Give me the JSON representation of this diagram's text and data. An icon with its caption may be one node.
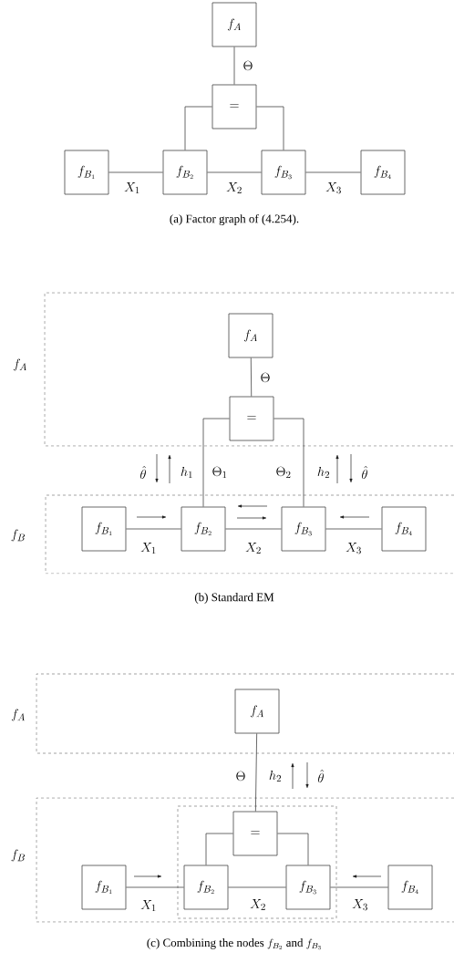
{
  "diagram": {
    "nodes": [
      {
        "text": [
          "f_A"
        ]
      },
      {
        "text": [
          "="
        ]
      },
      {
        "text": [
          "f_{B_1}"
        ]
      },
      {
        "text": [
          "f_{B_2}"
        ]
      },
      {
        "text": [
          "f_{B_3}"
        ]
      },
      {
        "text": [
          "f_{B_4}"
        ]
      },
      {
        "text": [
          "f_A"
        ]
      },
      {
        "text": [
          "f_A"
        ],
        "in": 6
      },
      {
        "text": [
          "="
        ],
        "in": 6
      },
      {
        "text": [
          "f_B"
        ]
      },
      {
        "text": [
          "f_{B_1}"
        ],
        "in": 9
      },
      {
        "text": [
          "f_{B_2}"
        ],
        "in": 9
      },
      {
        "text": [
          "f_{B_3}"
        ],
        "in": 9
      },
      {
        "text": [
          "f_{B_4}"
        ],
        "in": 9
      },
      {
        "text": [
          "f_A"
        ]
      },
      {
        "text": [
          "f_A"
        ],
        "in": 14
      },
      {
        "text": [
          "f_B"
        ]
      },
      {
        "text": [
          "f_{B_1}"
        ],
        "in": 16
      },
      {
        "text": [],
        "shape": "box",
        "in": 16
      },
      {
        "text": [
          "="
        ],
        "in": 18
      },
      {
        "text": [
          "f_{B_2}"
        ],
        "in": 18
      },
      {
        "text": [
          "f_{B_3}"
        ],
        "in": 18
      },
      {
        "text": [
          "f_{B_4}"
        ],
        "in": 16
      }
    ],
    "edges": [
      {
        "from": 0,
        "to": 1,
        "arrow": "none",
        "label": "\\Theta"
      },
      {
        "from": 1,
        "to": 3,
        "arrow": "none"
      },
      {
        "from": 1,
        "to": 4,
        "arrow": "none"
      },
      {
        "from": 2,
        "to": 3,
        "arrow": "none",
        "label": "X_1"
      },
      {
        "from": 3,
        "to": 4,
        "arrow": "none",
        "label": "X_2"
      },
      {
        "from": 4,
        "to": 5,
        "arrow": "none",
        "label": "X_3"
      },
      {
        "from": 7,
        "to": 8,
        "arrow": "none",
        "label": "\\Theta"
      },
      {
        "from": 8,
        "to": 11,
        "arrow": "none",
        "label": "\\Theta_1"
      },
      {
        "from": 8,
        "to": 12,
        "arrow": "none",
        "label": "\\Theta_2"
      },
      {
        "from": 10,
        "to": 11,
        "arrow": "none",
        "label": "X_1"
      },
      {
        "from": 11,
        "to": 12,
        "arrow": "none",
        "label": "X_2"
      },
      {
        "from": 12,
        "to": 13,
        "arrow": "none",
        "label": "X_3"
      },
      {
        "from": 15,
        "to": 19,
        "arrow": "none",
        "label": "\\Theta"
      },
      {
        "from": 19,
        "to": 20,
        "arrow": "none"
      },
      {
        "from": 19,
        "to": 21,
        "arrow": "none"
      },
      {
        "from": 17,
        "to": 20,
        "arrow": "none",
        "label": "X_1"
      },
      {
        "from": 20,
        "to": 21,
        "arrow": "none",
        "label": "X_2"
      },
      {
        "from": 21,
        "to": 22,
        "arrow": "none",
        "label": "X_3"
      }
    ],
    "labels": [
      "(a) Factor graph of (4.254).",
      "\\hat{\\theta}",
      "h_1",
      "h_2",
      "\\hat{\\theta}",
      "(b) Standard EM",
      "h_2",
      "\\hat{\\theta}",
      "\\textrm{(c) Combining the nodes }f_{B_2}\\textrm{ and }f_{B_3}"
    ]
  }
}
